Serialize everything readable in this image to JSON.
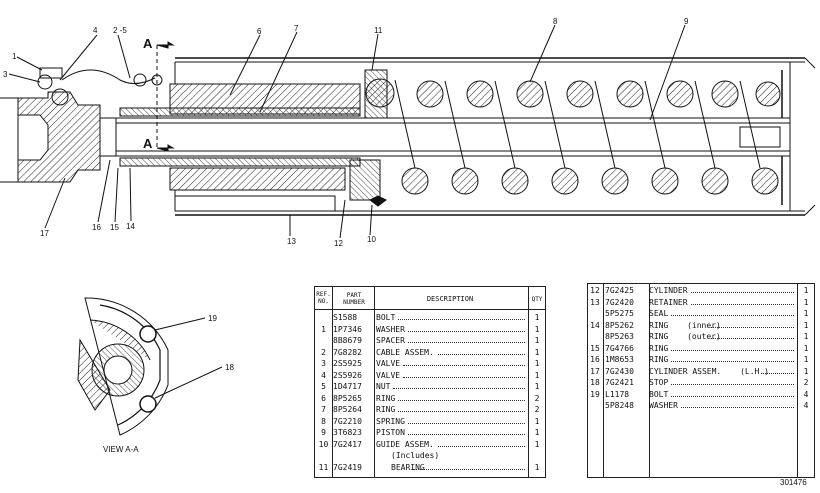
{
  "drawing": {
    "callouts": [
      {
        "id": "c1",
        "text": "1"
      },
      {
        "id": "c2",
        "text": "2 -5"
      },
      {
        "id": "c3",
        "text": "3"
      },
      {
        "id": "c4",
        "text": "4"
      },
      {
        "id": "c6",
        "text": "6"
      },
      {
        "id": "c7",
        "text": "7"
      },
      {
        "id": "c8",
        "text": "8"
      },
      {
        "id": "c9",
        "text": "9"
      },
      {
        "id": "c11",
        "text": "11"
      },
      {
        "id": "c10",
        "text": "10"
      },
      {
        "id": "c12",
        "text": "12"
      },
      {
        "id": "c13",
        "text": "13"
      },
      {
        "id": "c14",
        "text": "14"
      },
      {
        "id": "c15",
        "text": "15"
      },
      {
        "id": "c16",
        "text": "16"
      },
      {
        "id": "c17",
        "text": "17"
      },
      {
        "id": "c18",
        "text": "18"
      },
      {
        "id": "c19",
        "text": "19"
      }
    ],
    "section_marks": [
      "A",
      "A"
    ],
    "view_label": "VIEW A-A",
    "figure_number": "301476"
  },
  "table1": {
    "headers": {
      "ref": "REF. NO.",
      "part": "PART NUMBER",
      "desc": "DESCRIPTION",
      "qty": "QTY"
    },
    "rows": [
      {
        "ref": "",
        "part": "S1588",
        "desc": "BOLT",
        "qty": "1"
      },
      {
        "ref": "1",
        "part": "1P7346",
        "desc": "WASHER",
        "qty": "1"
      },
      {
        "ref": "",
        "part": "8B8679",
        "desc": "SPACER",
        "qty": "1"
      },
      {
        "ref": "2",
        "part": "7G8282",
        "desc": "CABLE ASSEM.",
        "qty": "1"
      },
      {
        "ref": "3",
        "part": "2S5925",
        "desc": "VALVE",
        "qty": "1"
      },
      {
        "ref": "4",
        "part": "2S5926",
        "desc": "VALVE",
        "qty": "1"
      },
      {
        "ref": "5",
        "part": "1D4717",
        "desc": "NUT",
        "qty": "1"
      },
      {
        "ref": "6",
        "part": "8P5265",
        "desc": "RING",
        "qty": "2"
      },
      {
        "ref": "7",
        "part": "8P5264",
        "desc": "RING",
        "qty": "2"
      },
      {
        "ref": "8",
        "part": "7G2210",
        "desc": "SPRING",
        "qty": "1"
      },
      {
        "ref": "9",
        "part": "3T6823",
        "desc": "PISTON",
        "qty": "1"
      },
      {
        "ref": "10",
        "part": "7G2417",
        "desc": "GUIDE ASSEM.",
        "qty": "1"
      },
      {
        "ref": "",
        "part": "",
        "desc": "(Includes)",
        "qty": ""
      },
      {
        "ref": "11",
        "part": "7G2419",
        "desc": "BEARING",
        "qty": "1"
      }
    ]
  },
  "table2": {
    "rows": [
      {
        "ref": "12",
        "part": "7G2425",
        "desc": "CYLINDER",
        "qty": "1"
      },
      {
        "ref": "13",
        "part": "7G2420",
        "desc": "RETAINER",
        "qty": "1"
      },
      {
        "ref": "",
        "part": "5P5275",
        "desc": "SEAL",
        "qty": "1"
      },
      {
        "ref": "14",
        "part": "8P5262",
        "desc": "RING",
        "note": "(inner)",
        "qty": "1"
      },
      {
        "ref": "",
        "part": "8P5263",
        "desc": "RING",
        "note": "(outer)",
        "qty": "1"
      },
      {
        "ref": "15",
        "part": "7G4766",
        "desc": "RING",
        "qty": "1"
      },
      {
        "ref": "16",
        "part": "1M8653",
        "desc": "RING",
        "qty": "1"
      },
      {
        "ref": "17",
        "part": "7G2430",
        "desc": "CYLINDER ASSEM.",
        "note": "(L.H.)",
        "qty": "1"
      },
      {
        "ref": "18",
        "part": "7G2421",
        "desc": "STOP",
        "qty": "2"
      },
      {
        "ref": "19",
        "part": "L1178",
        "desc": "BOLT",
        "qty": "4"
      },
      {
        "ref": "",
        "part": "5P8248",
        "desc": "WASHER",
        "qty": "4"
      }
    ]
  },
  "colors": {
    "ink": "#111111",
    "paper": "#ffffff",
    "hatch": "#333333"
  }
}
